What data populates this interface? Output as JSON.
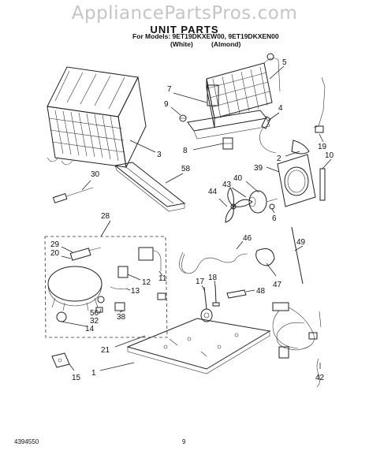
{
  "watermark": "AppliancePartsPros.com",
  "header": {
    "title": "UNIT PARTS",
    "models": "For Models: 9ET19DKXEW00, 9ET19DKXEN00",
    "variant_white": "(White)",
    "variant_almond": "(Almond)"
  },
  "footer": {
    "doc_number": "4394550",
    "page": "9"
  },
  "callouts": {
    "c1": "1",
    "c2": "2",
    "c3": "3",
    "c4": "4",
    "c5": "5",
    "c6": "6",
    "c7": "7",
    "c8": "8",
    "c9": "9",
    "c10": "10",
    "c11": "11",
    "c12": "12",
    "c13": "13",
    "c14": "14",
    "c15": "15",
    "c17": "17",
    "c18": "18",
    "c19": "19",
    "c20": "20",
    "c21": "21",
    "c28": "28",
    "c29": "29",
    "c30": "30",
    "c32": "32",
    "c38": "38",
    "c39": "39",
    "c40": "40",
    "c42": "42",
    "c43": "43",
    "c44": "44",
    "c46": "46",
    "c47": "47",
    "c48": "48",
    "c49": "49",
    "c56": "56",
    "c58": "58"
  }
}
